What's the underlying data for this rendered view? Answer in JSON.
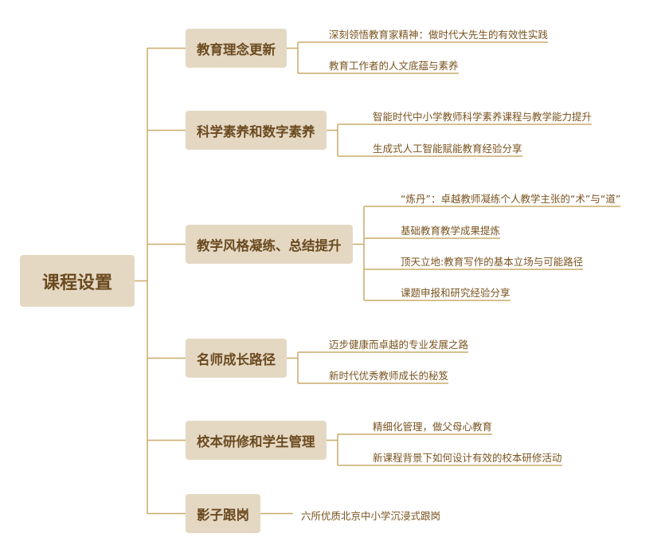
{
  "root": {
    "label": "课程设置"
  },
  "colors": {
    "box": "#e4d8c3",
    "text": "#6b4a1f",
    "line": "#c9ab6a",
    "leaf_text": "#7a5420"
  },
  "categories": [
    {
      "label": "教育理念更新",
      "children": [
        "深刻领悟教育家精神：做时代大先生的有效性实践",
        "教育工作者的人文底蕴与素养"
      ]
    },
    {
      "label": "科学素养和数字素养",
      "children": [
        "智能时代中小学教师科学素养课程与教学能力提升",
        "生成式人工智能赋能教育经验分享"
      ]
    },
    {
      "label": "教学风格凝练、总结提升",
      "children": [
        "“炼丹”：卓越教师凝练个人教学主张的“术”与“道”",
        "基础教育教学成果提炼",
        "顶天立地:教育写作的基本立场与可能路径",
        "课题申报和研究经验分享"
      ]
    },
    {
      "label": "名师成长路径",
      "children": [
        "迈步健康而卓越的专业发展之路",
        "新时代优秀教师成长的秘笈"
      ]
    },
    {
      "label": "校本研修和学生管理",
      "children": [
        "精细化管理，做父母心教育",
        "新课程背景下如何设计有效的校本研修活动"
      ]
    },
    {
      "label": "影子跟岗",
      "children": [
        "六所优质北京中小学沉浸式跟岗"
      ]
    }
  ]
}
